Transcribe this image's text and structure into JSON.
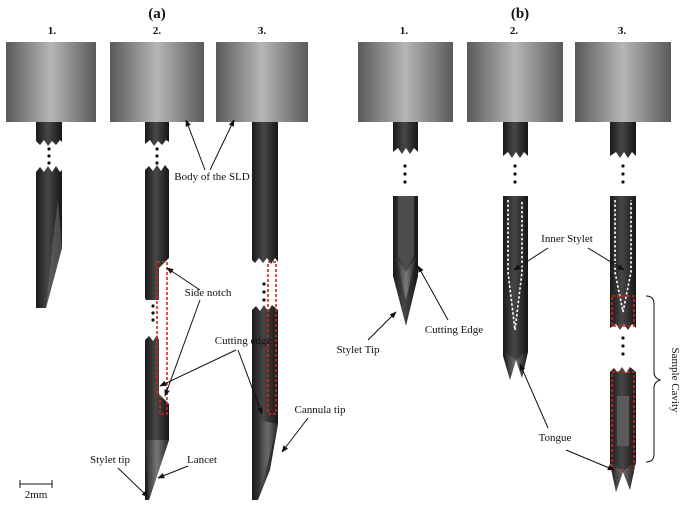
{
  "panels": [
    {
      "label": "(a)",
      "steps": [
        "1.",
        "2.",
        "3."
      ],
      "annotations": {
        "body": "Body of the SLD",
        "side_notch": "Side notch",
        "cutting_edge": "Cutting edge",
        "cannula_tip": "Cannula tip",
        "stylet_tip": "Stylet tip",
        "lancet": "Lancet"
      }
    },
    {
      "label": "(b)",
      "steps": [
        "1.",
        "2.",
        "3."
      ],
      "annotations": {
        "inner_stylet": "Inner Stylet",
        "stylet_tip": "Stylet Tip",
        "cutting_edge": "Cutting Edge",
        "tongue": "Tongue",
        "sample_cavity": "Sample Cavity"
      }
    }
  ],
  "scale_bar": "2mm",
  "colors": {
    "needle": "#262626",
    "notch_outline": "#d0261a",
    "stylet_outline": "#ffffff",
    "body_dark": "#5e5e5e",
    "body_light": "#b4b4b4"
  }
}
